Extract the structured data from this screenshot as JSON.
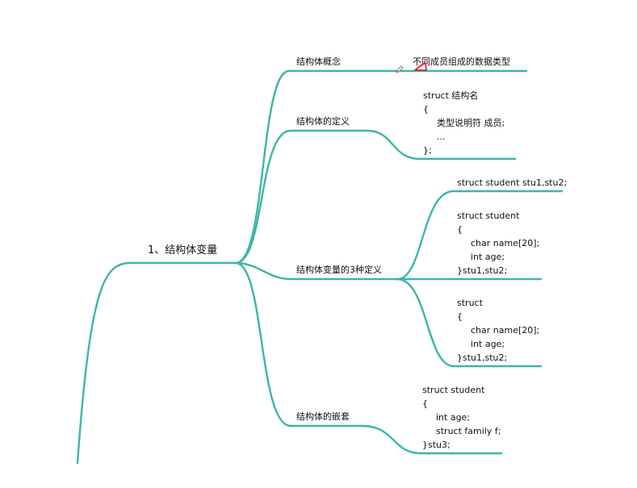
{
  "colors": {
    "branch": "#3db5a7",
    "text": "#111111",
    "mark": "#e02020"
  },
  "root": {
    "label": "1、结构体变量"
  },
  "topics": {
    "concept": {
      "label": "结构体概念",
      "note": "不同成员组成的数据类型"
    },
    "definition": {
      "label": "结构体的定义",
      "code": [
        "struct 结构名",
        "{",
        "类型说明符 成员;",
        "...",
        "};"
      ]
    },
    "three_ways": {
      "label": "结构体变量的3种定义",
      "way1": [
        "struct student stu1,stu2;"
      ],
      "way2": [
        "struct student",
        "{",
        "char name[20];",
        "int age;",
        "}stu1,stu2;"
      ],
      "way3": [
        "struct",
        "{",
        "char name[20];",
        "int age;",
        "}stu1,stu2;"
      ]
    },
    "nesting": {
      "label": "结构体的嵌套",
      "code": [
        "struct student",
        "{",
        "int age;",
        "struct family f;",
        "}stu3;"
      ]
    }
  },
  "icons": {
    "cursor": "pencil-icon",
    "mark": "red-triangle-mark"
  }
}
